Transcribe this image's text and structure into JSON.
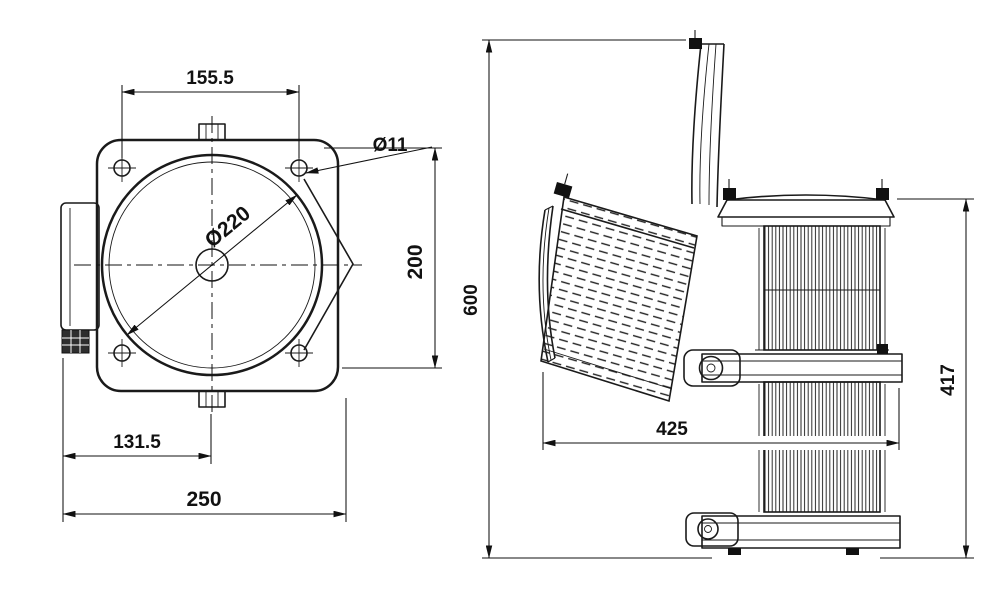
{
  "drawing": {
    "front_view": {
      "hole_spacing": "155.5",
      "hole_diameter": "Ø11",
      "body_diameter": "Ø220",
      "height": "200",
      "center_offset": "131.5",
      "overall_width": "250"
    },
    "side_view": {
      "overall_height": "600",
      "width": "425",
      "body_height": "417"
    },
    "colors": {
      "line": "#1a1a1a",
      "dimension": "#111111",
      "background": "#ffffff"
    }
  }
}
